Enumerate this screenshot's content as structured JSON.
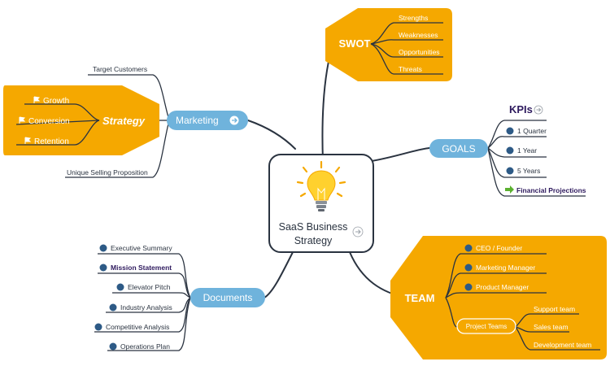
{
  "central": {
    "line1": "SaaS Business",
    "line2": "Strategy",
    "arrow": "→"
  },
  "swot": {
    "label": "SWOT",
    "items": [
      "Strengths",
      "Weaknesses",
      "Opportunities",
      "Threats"
    ]
  },
  "marketing": {
    "label": "Marketing",
    "arrow": "→",
    "top_item": "Target Customers",
    "bottom_item": "Unique Selling Proposition",
    "strategy": {
      "label": "Strategy",
      "items": [
        "Growth",
        "Conversion",
        "Retention"
      ]
    }
  },
  "goals": {
    "label": "GOALS",
    "kpis_label": "KPIs",
    "kpis_arrow": "→",
    "items": [
      "1 Quarter",
      "1 Year",
      "5 Years"
    ],
    "financial": "Financial Projections"
  },
  "documents": {
    "label": "Documents",
    "items": [
      "Executive Summary",
      "Mission Statement",
      "Elevator Pitch",
      "Industry Analysis",
      "Competitive Analysis",
      "Operations Plan"
    ]
  },
  "team": {
    "label": "TEAM",
    "items": [
      "CEO / Founder",
      "Marketing Manager",
      "Product Manager"
    ],
    "project_teams": "Project Teams",
    "sub_teams": [
      "Support team",
      "Sales team",
      "Development team"
    ]
  },
  "colors": {
    "orange": "#f5a800",
    "blue": "#6fb3dc",
    "dark": "#2a3340",
    "navy": "#2e1a5e",
    "dot": "#2d5a86",
    "green": "#5bb030"
  }
}
